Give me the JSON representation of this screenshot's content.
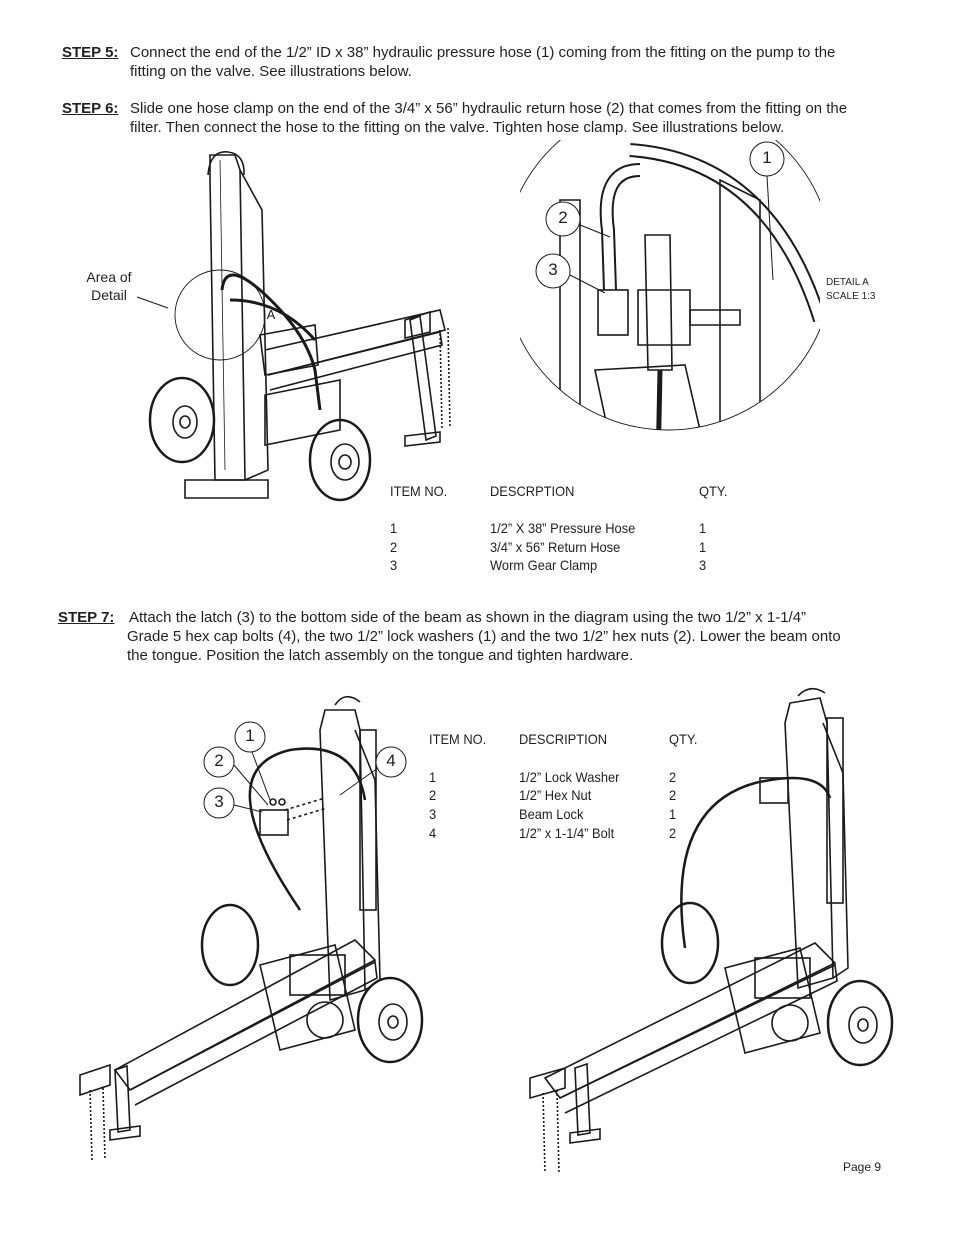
{
  "steps": {
    "step5": {
      "label": "STEP 5",
      "colon": ":",
      "line1": "Connect the end of the 1/2” ID x 38” hydraulic pressure hose  (1) coming from the fitting on the pump to the",
      "line2": "fitting on the valve. See illustrations below."
    },
    "step6": {
      "label": "STEP 6",
      "colon": ":",
      "line1": "Slide one hose clamp on the end of the 3/4” x 56” hydraulic return hose (2) that comes from the fitting on the",
      "line2": "filter. Then connect the hose to the fitting on the valve. Tighten hose clamp. See illustrations below."
    },
    "step7": {
      "label": "STEP 7",
      "colon": ":",
      "line1": "Attach the latch (3) to the bottom side of the beam as shown in the diagram using the two 1/2” x 1-1/4”",
      "line2": "Grade 5 hex cap bolts (4), the two 1/2” lock washers (1) and the two 1/2” hex nuts (2). Lower the beam onto",
      "line3": "the tongue. Position the latch assembly on the tongue and tighten hardware."
    }
  },
  "figure1": {
    "area_label_line1": "Area of",
    "area_label_line2": "Detail",
    "detail_marker": "A",
    "detail_caption_line1": "DETAIL A",
    "detail_caption_line2": "SCALE 1:3",
    "callouts": [
      "1",
      "2",
      "3"
    ]
  },
  "table1": {
    "headers": [
      "ITEM NO.",
      "DESCRPTION",
      "QTY."
    ],
    "rows": [
      [
        "1",
        "1/2” X 38” Pressure Hose",
        "1"
      ],
      [
        "2",
        "3/4” x 56” Return Hose",
        "1"
      ],
      [
        "3",
        "Worm Gear Clamp",
        "3"
      ]
    ]
  },
  "figure2": {
    "callouts": [
      "1",
      "2",
      "3",
      "4"
    ]
  },
  "table2": {
    "headers": [
      "ITEM NO.",
      "DESCRIPTION",
      "QTY."
    ],
    "rows": [
      [
        "1",
        "1/2” Lock Washer",
        "2"
      ],
      [
        "2",
        "1/2” Hex Nut",
        "2"
      ],
      [
        "3",
        "Beam Lock",
        "1"
      ],
      [
        "4",
        "1/2” x 1-1/4”  Bolt",
        "2"
      ]
    ]
  },
  "footer": {
    "page": "Page 9"
  }
}
